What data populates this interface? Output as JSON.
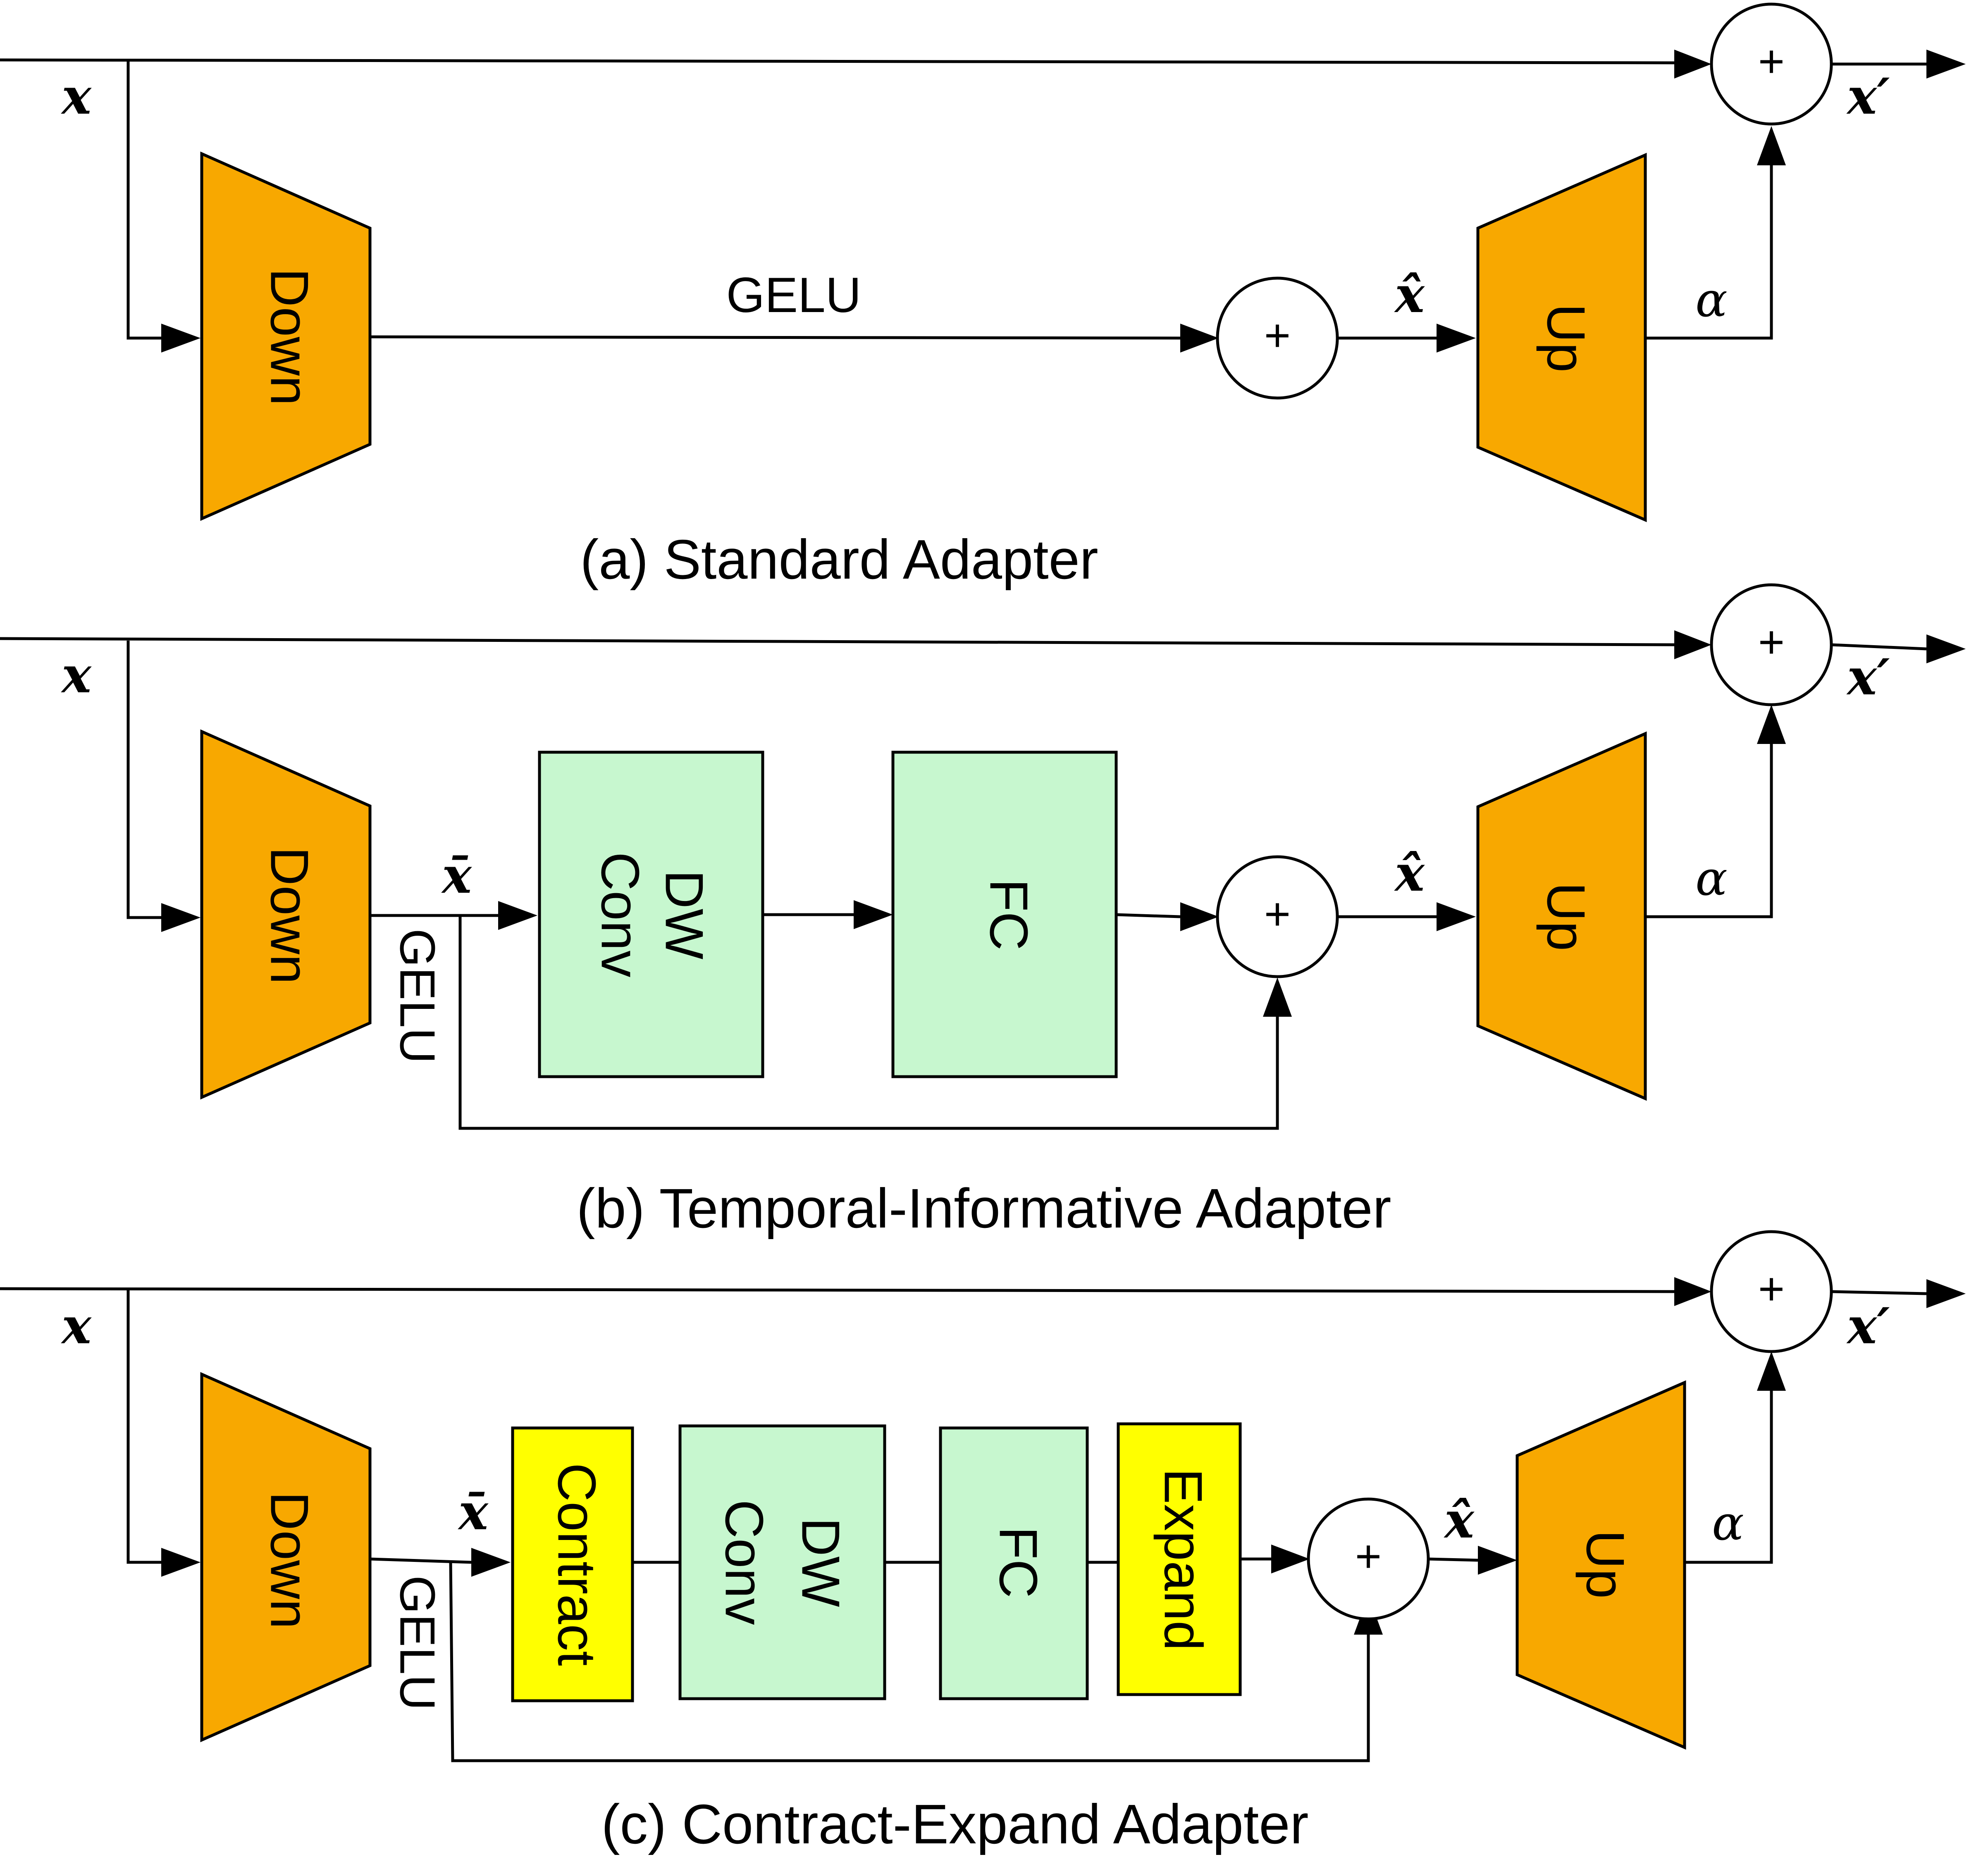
{
  "panels": [
    {
      "caption": "(a) Standard Adapter",
      "input_label": "x",
      "output_label": "x′",
      "down_label": "Down",
      "up_label": "Up",
      "gelu_label": "GELU",
      "xhat_label": "x̂",
      "alpha_label": "α",
      "plus_label": "+"
    },
    {
      "caption": "(b) Temporal-Informative Adapter",
      "input_label": "x",
      "output_label": "x′",
      "down_label": "Down",
      "up_label": "Up",
      "gelu_label": "GELU",
      "xbar_label": "x̄",
      "xhat_label": "x̂",
      "alpha_label": "α",
      "plus_label": "+",
      "dwconv_line1": "DW",
      "dwconv_line2": "Conv",
      "fc_label": "FC"
    },
    {
      "caption": "(c) Contract-Expand Adapter",
      "input_label": "x",
      "output_label": "x′",
      "down_label": "Down",
      "up_label": "Up",
      "gelu_label": "GELU",
      "xbar_label": "x̄",
      "xhat_label": "x̂",
      "alpha_label": "α",
      "plus_label": "+",
      "contract_label": "Contract",
      "dwconv_line1": "DW",
      "dwconv_line2": "Conv",
      "fc_label": "FC",
      "expand_label": "Expand"
    }
  ],
  "colors": {
    "trapezoid_fill": "#F8A800",
    "green_block_fill": "#C7F7CF",
    "yellow_block_fill": "#FFFF00"
  }
}
